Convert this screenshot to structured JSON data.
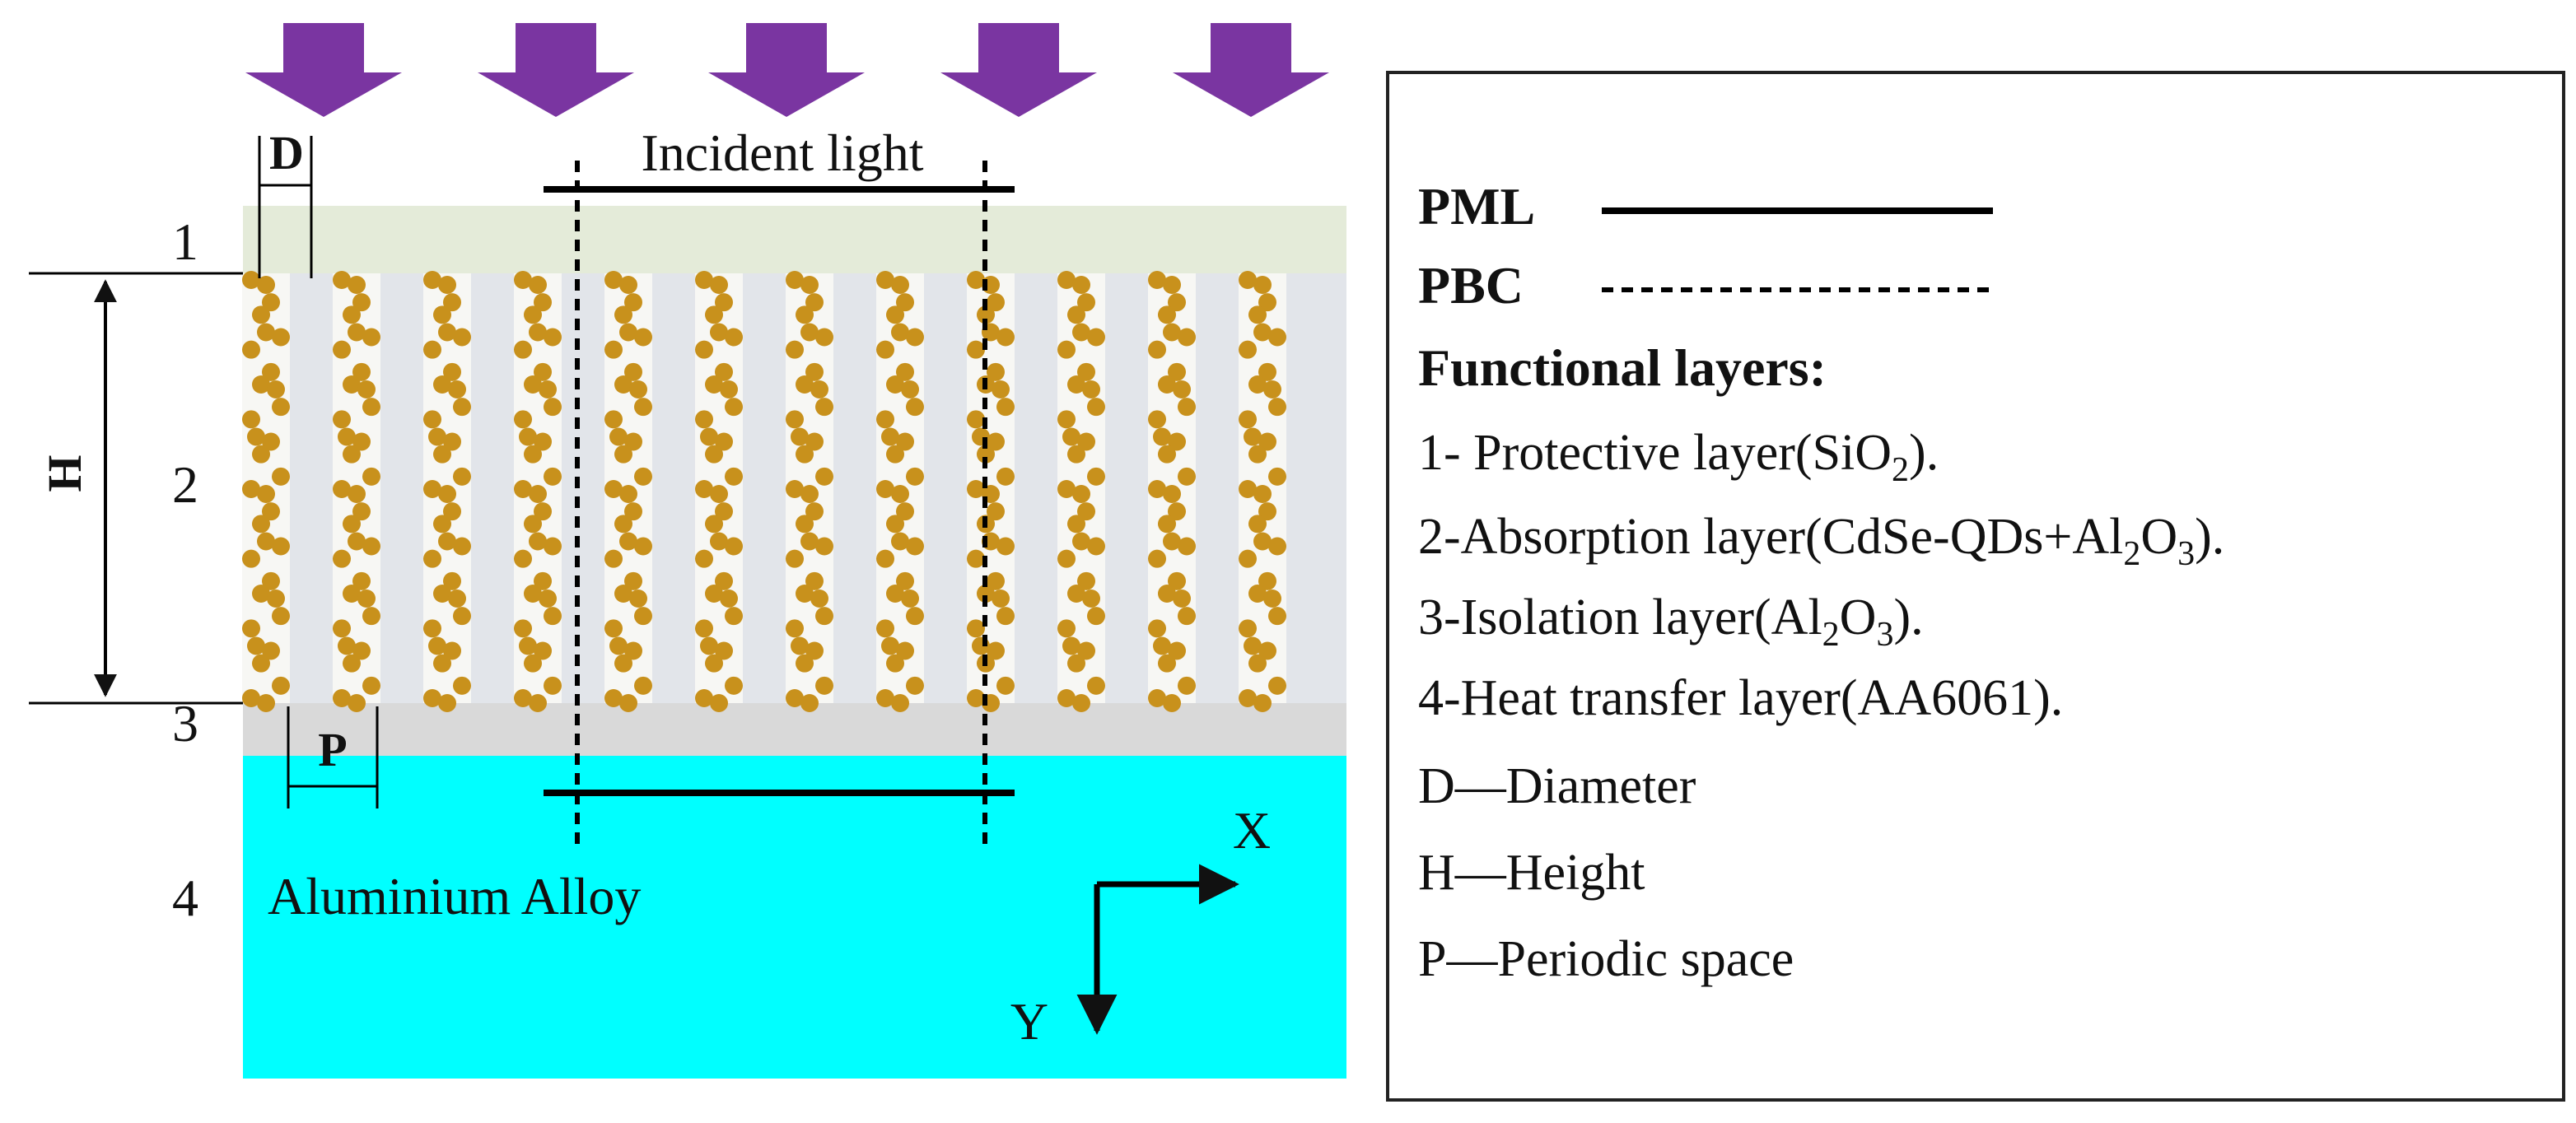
{
  "incident_light_label": "Incident light",
  "layer_numbers": [
    "1",
    "2",
    "3",
    "4"
  ],
  "dimension_labels": {
    "diameter": "D",
    "height": "H",
    "period": "P"
  },
  "substrate_label": "Aluminium Alloy",
  "axes": {
    "x": "X",
    "y": "Y"
  },
  "legend": {
    "pml_label": "PML",
    "pbc_label": "PBC",
    "functional_title": "Functional layers:",
    "layer1_prefix": "1- Protective layer(SiO",
    "layer1_sub": "2",
    "layer1_suffix": ").",
    "layer2_prefix": "2-Absorption layer(CdSe-QDs+Al",
    "layer2_sub_a": "2",
    "layer2_mid": "O",
    "layer2_sub_b": "3",
    "layer2_suffix": ").",
    "layer3_prefix": "3-Isolation layer(Al",
    "layer3_sub_a": "2",
    "layer3_mid": "O",
    "layer3_sub_b": "3",
    "layer3_suffix": ").",
    "layer4_text": "4-Heat transfer layer(AA6061).",
    "d_def": "D—Diameter",
    "h_def": "H—Height",
    "p_def": "P—Periodic space"
  },
  "colors": {
    "arrow": "#7a35a1",
    "protective_layer": "#e4ebd9",
    "absorption_layer": "#e2e5ea",
    "isolation_layer": "#d9d9d9",
    "substrate": "#00ffff",
    "quantum_dot": "#c8911c"
  }
}
